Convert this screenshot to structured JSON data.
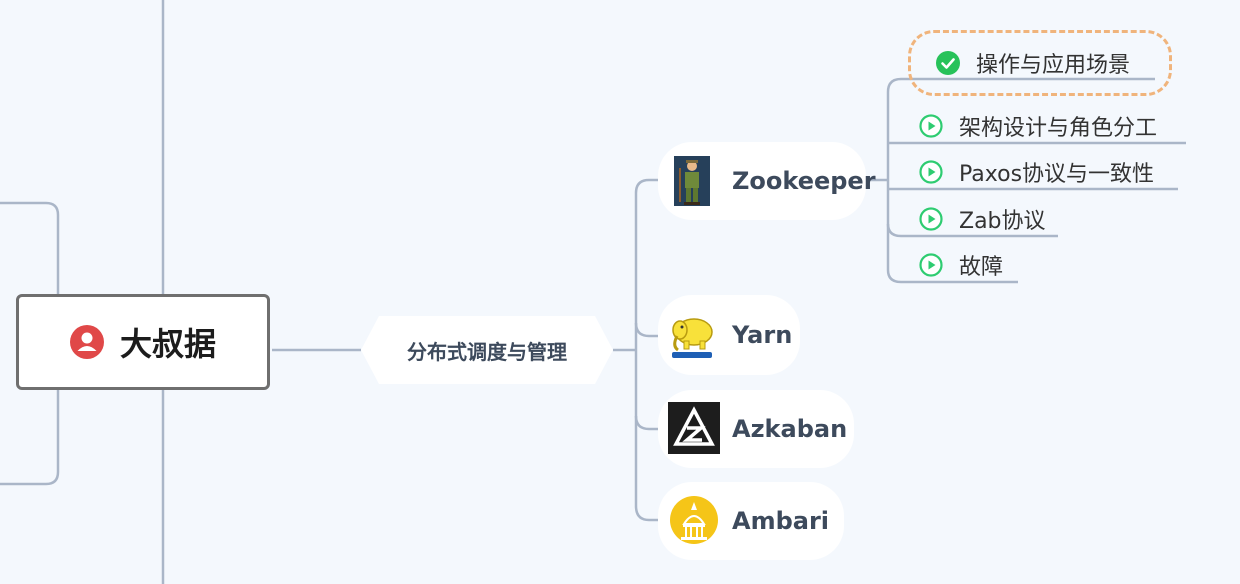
{
  "root": {
    "label": "大叔据",
    "icon": "user-icon",
    "icon_color": "#e04848"
  },
  "branch": {
    "label": "分布式调度与管理"
  },
  "tools": [
    {
      "label": "Zookeeper",
      "icon": "zookeeper-logo"
    },
    {
      "label": "Yarn",
      "icon": "hadoop-elephant-logo"
    },
    {
      "label": "Azkaban",
      "icon": "azkaban-logo"
    },
    {
      "label": "Ambari",
      "icon": "ambari-logo"
    }
  ],
  "zookeeper_topics": [
    {
      "label": "操作与应用场景",
      "icon": "check-circle-icon",
      "selected": true
    },
    {
      "label": "架构设计与角色分工",
      "icon": "play-circle-icon"
    },
    {
      "label": "Paxos协议与一致性",
      "icon": "play-circle-icon"
    },
    {
      "label": "Zab协议",
      "icon": "play-circle-icon"
    },
    {
      "label": "故障",
      "icon": "play-circle-icon"
    }
  ],
  "colors": {
    "background": "#f4f8fd",
    "connector": "#aab6c8",
    "selection": "#f0b47c",
    "play_icon": "#2ecc71",
    "check_icon": "#27c25a"
  }
}
